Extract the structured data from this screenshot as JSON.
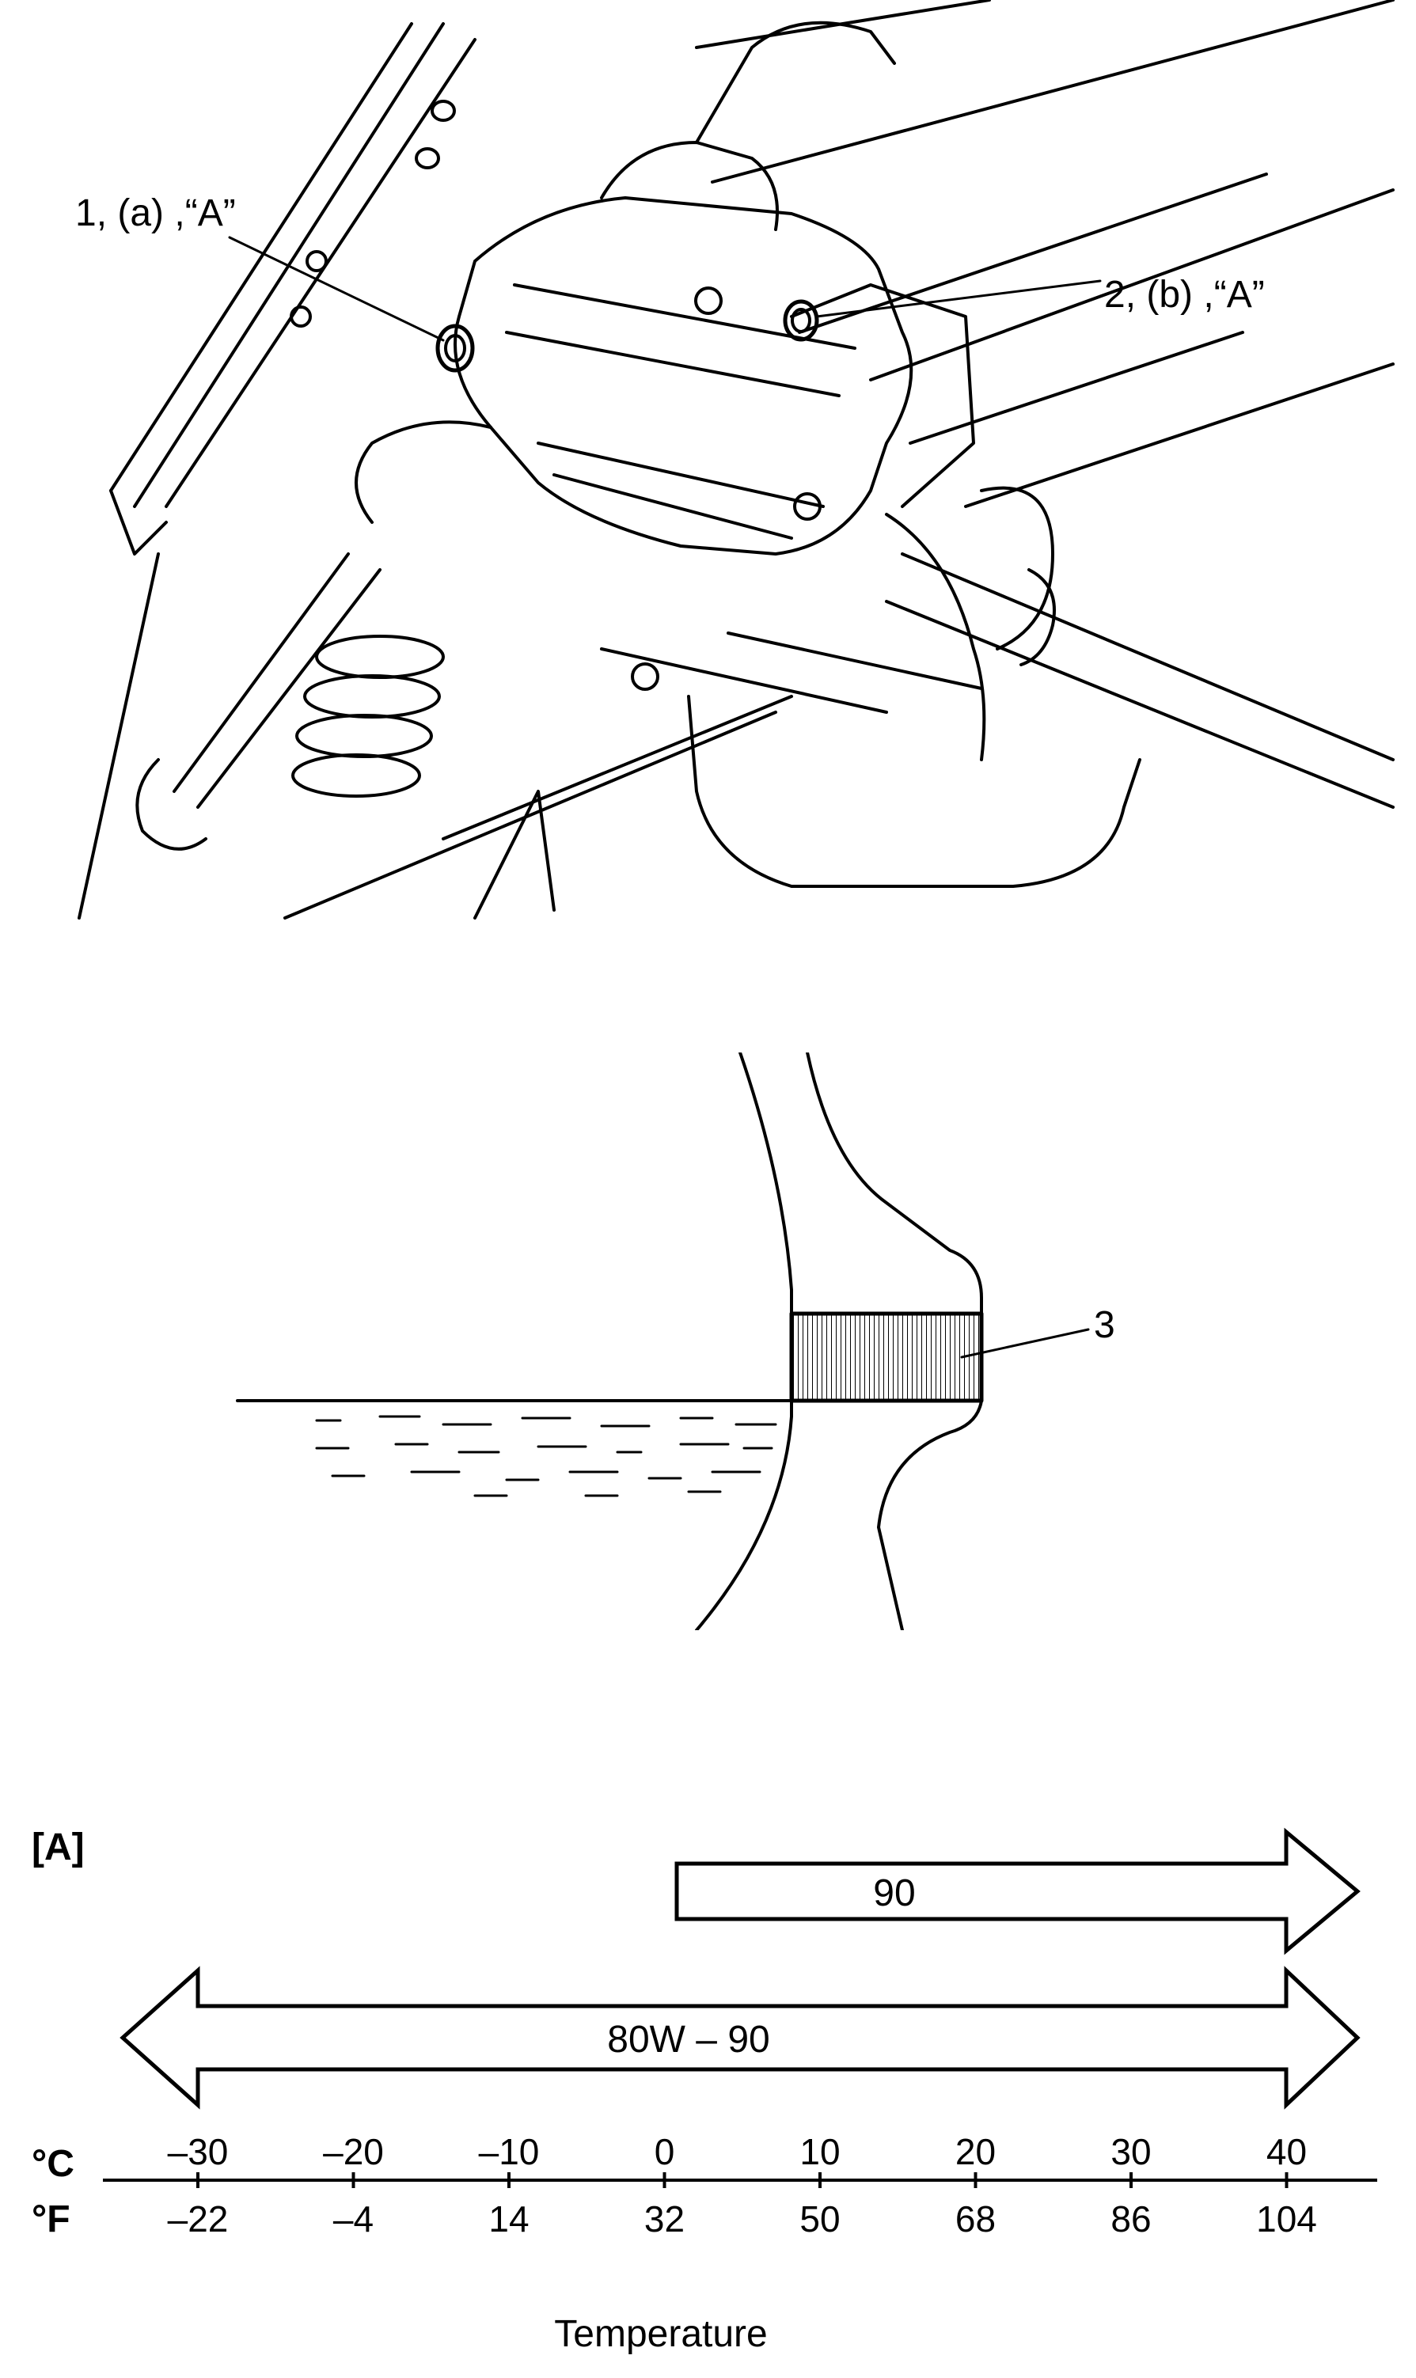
{
  "figure1": {
    "callout_1": "1, (a) ,“A”",
    "callout_2": "2, (b) ,“A”"
  },
  "figure2": {
    "callout_3": "3"
  },
  "figure3": {
    "bracket_label": "[A]",
    "oil_grades": [
      {
        "grade": "90",
        "from_c": 0,
        "to_c": 40,
        "open_left": false,
        "open_right": true
      },
      {
        "grade": "80W – 90",
        "from_c": -30,
        "to_c": 40,
        "open_left": true,
        "open_right": true
      }
    ],
    "unit_c": "°C",
    "unit_f": "°F",
    "celsius_ticks": [
      "–30",
      "–20",
      "–10",
      "0",
      "10",
      "20",
      "30",
      "40"
    ],
    "fahrenheit_ticks": [
      "–22",
      "–4",
      "14",
      "32",
      "50",
      "68",
      "86",
      "104"
    ],
    "axis_label": "Temperature"
  }
}
